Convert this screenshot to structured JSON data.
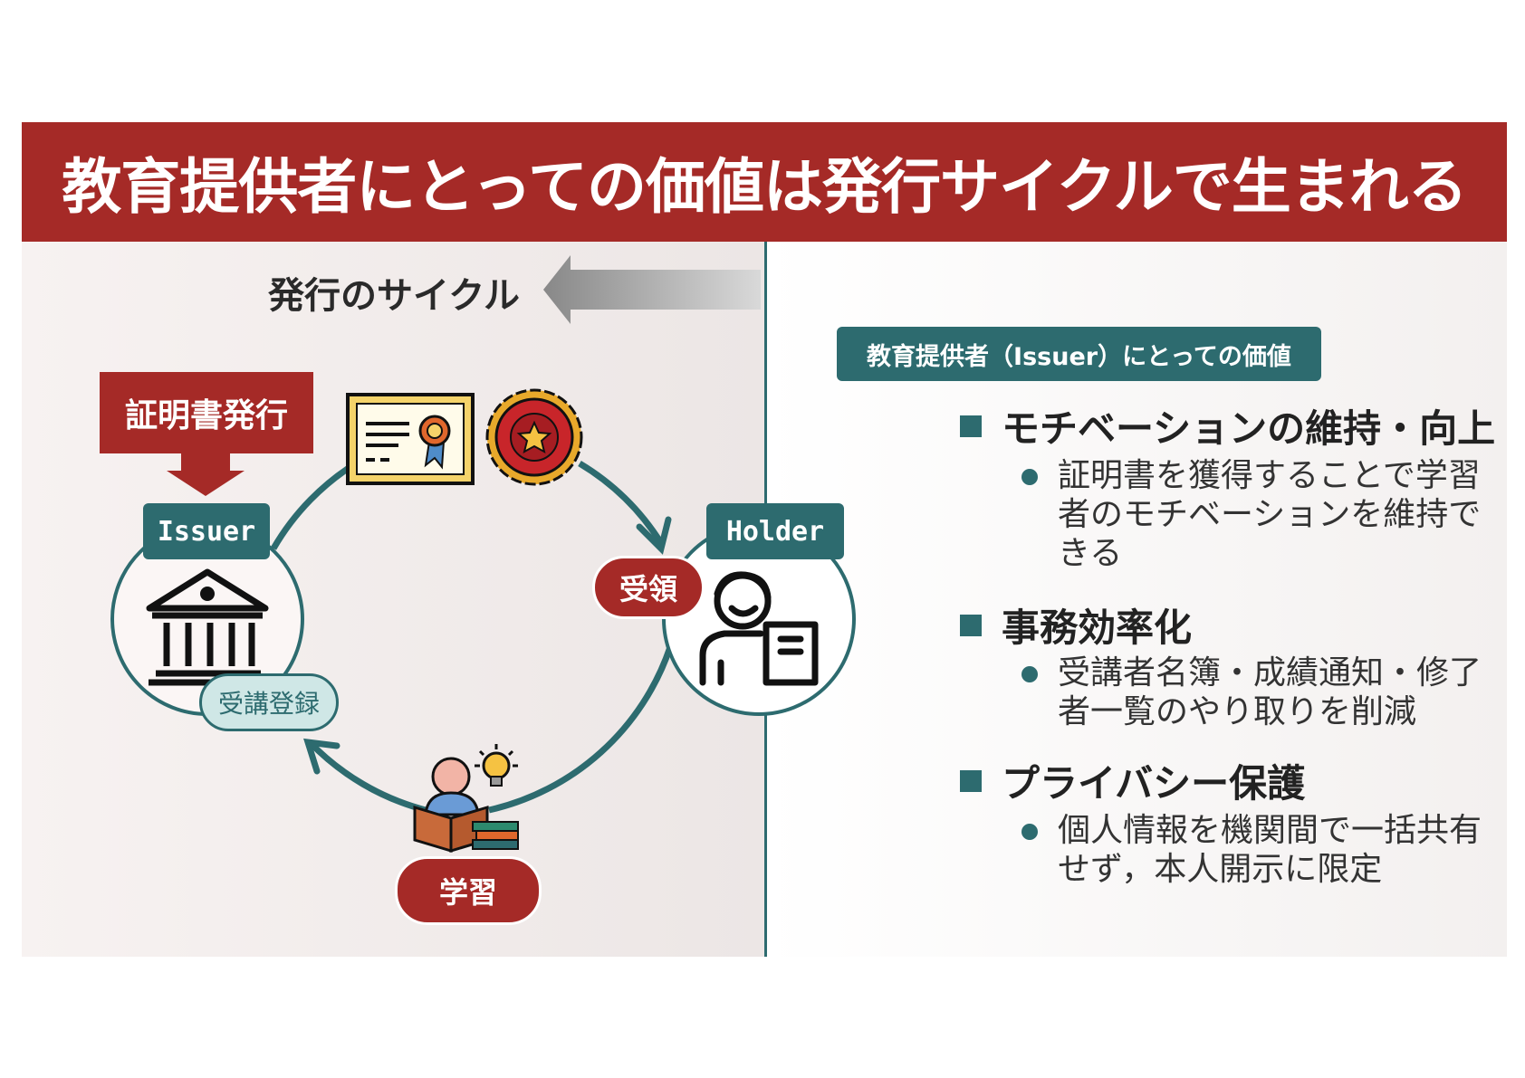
{
  "title": "教育提供者にとっての価値は発行サイクルで生まれる",
  "cycle_label": "発行のサイクル",
  "left": {
    "issue_tag": "証明書発行",
    "issuer_label": "Issuer",
    "holder_label": "Holder",
    "receive_label": "受領",
    "register_label": "受講登録",
    "learn_label": "学習"
  },
  "right": {
    "header": "教育提供者（Issuer）にとっての価値",
    "sections": [
      {
        "heading": "モチベーションの維持・向上",
        "text": "証明書を獲得することで学習者のモチベーションを維持できる"
      },
      {
        "heading": "事務効率化",
        "text": "受講者名簿・成績通知・修了者一覧のやり取りを削減"
      },
      {
        "heading": "プライバシー保護",
        "text": "個人情報を機関間で一括共有せず，本人開示に限定"
      }
    ]
  },
  "colors": {
    "brand_red": "#a52a27",
    "teal": "#2d6b6f",
    "light_teal": "#cfe7e6"
  },
  "icons": [
    "bank-icon",
    "certificate-icon",
    "medal-icon",
    "holder-person-icon",
    "student-reading-icon",
    "lightbulb-icon",
    "books-icon"
  ]
}
